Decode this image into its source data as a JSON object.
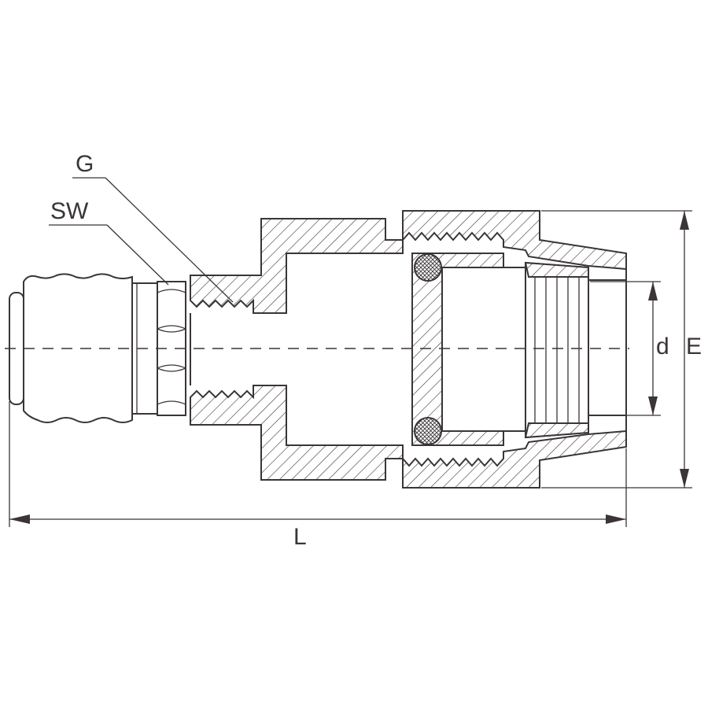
{
  "labels": {
    "g": "G",
    "sw": "SW",
    "d": "d",
    "e": "E",
    "l": "L"
  },
  "colors": {
    "line": "#3a3536",
    "background": "#ffffff"
  }
}
